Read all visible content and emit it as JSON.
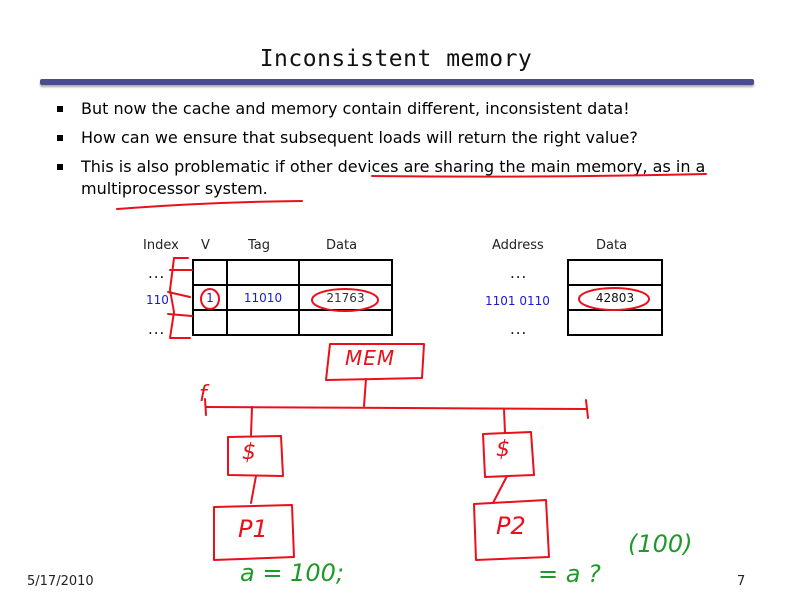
{
  "slide": {
    "title": "Inconsistent memory",
    "bullets": [
      "But now the cache and memory contain different, inconsistent data!",
      "How can we ensure that subsequent loads will return the right value?",
      "This is also problematic if other devices are sharing the main memory, as in a multiprocessor system."
    ]
  },
  "cache_table": {
    "headers": [
      "Index",
      "V",
      "Tag",
      "Data"
    ],
    "ellipsis": "...",
    "row": {
      "index": "110",
      "v": "1",
      "tag": "11010",
      "data": "21763"
    }
  },
  "memory_table": {
    "headers": [
      "Address",
      "Data"
    ],
    "ellipsis": "...",
    "row": {
      "address": "1101 0110",
      "data": "42803"
    }
  },
  "annotations": {
    "mem_box": "MEM",
    "cache1": "$",
    "cache2": "$",
    "proc1": "P1",
    "proc2": "P2",
    "write": "a = 100;",
    "read": "= a ?",
    "guess": "(100)",
    "bus_mark": "f",
    "ink_color": "#e8101a",
    "ink_green": "#1f9a2a"
  },
  "footer": {
    "date": "5/17/2010",
    "page": "7"
  },
  "colors": {
    "title_bar": "#4a4f8c",
    "value_text": "#1a1ad6"
  }
}
